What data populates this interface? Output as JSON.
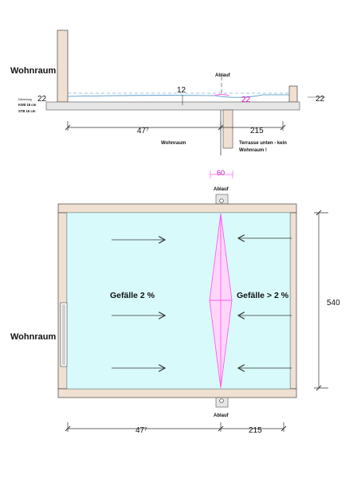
{
  "section": {
    "room_label": "Wohnraum",
    "drain_label": "Ablauf",
    "dim_center": "12",
    "dim_left_level": "22",
    "dim_drain_level": "22",
    "dim_right_level": "22",
    "layer_1": "Dämmung",
    "layer_2": "KW8 18 cm",
    "layer_3": "STB 16 cm",
    "dim_left_span": "47⁷",
    "dim_right_span": "215",
    "below_left": "Wohnraum",
    "below_right_line1": "Terrasse unten - kein",
    "below_right_line2": "Wohnraum !"
  },
  "plan": {
    "drain_width": "60",
    "drain_label_top": "Ablauf",
    "drain_label_bottom": "Ablauf",
    "room_label": "Wohnraum",
    "slope_left": "Gefälle 2 %",
    "slope_right": "Gefälle > 2 %",
    "dim_height": "540",
    "dim_left_span": "47⁷",
    "dim_right_span": "215"
  },
  "colors": {
    "wall": "#f0e0d2",
    "slab": "#e6e6e6",
    "floor": "#d9fafa",
    "ridge": "#ff5cf0",
    "water": "#3b8ec5"
  }
}
